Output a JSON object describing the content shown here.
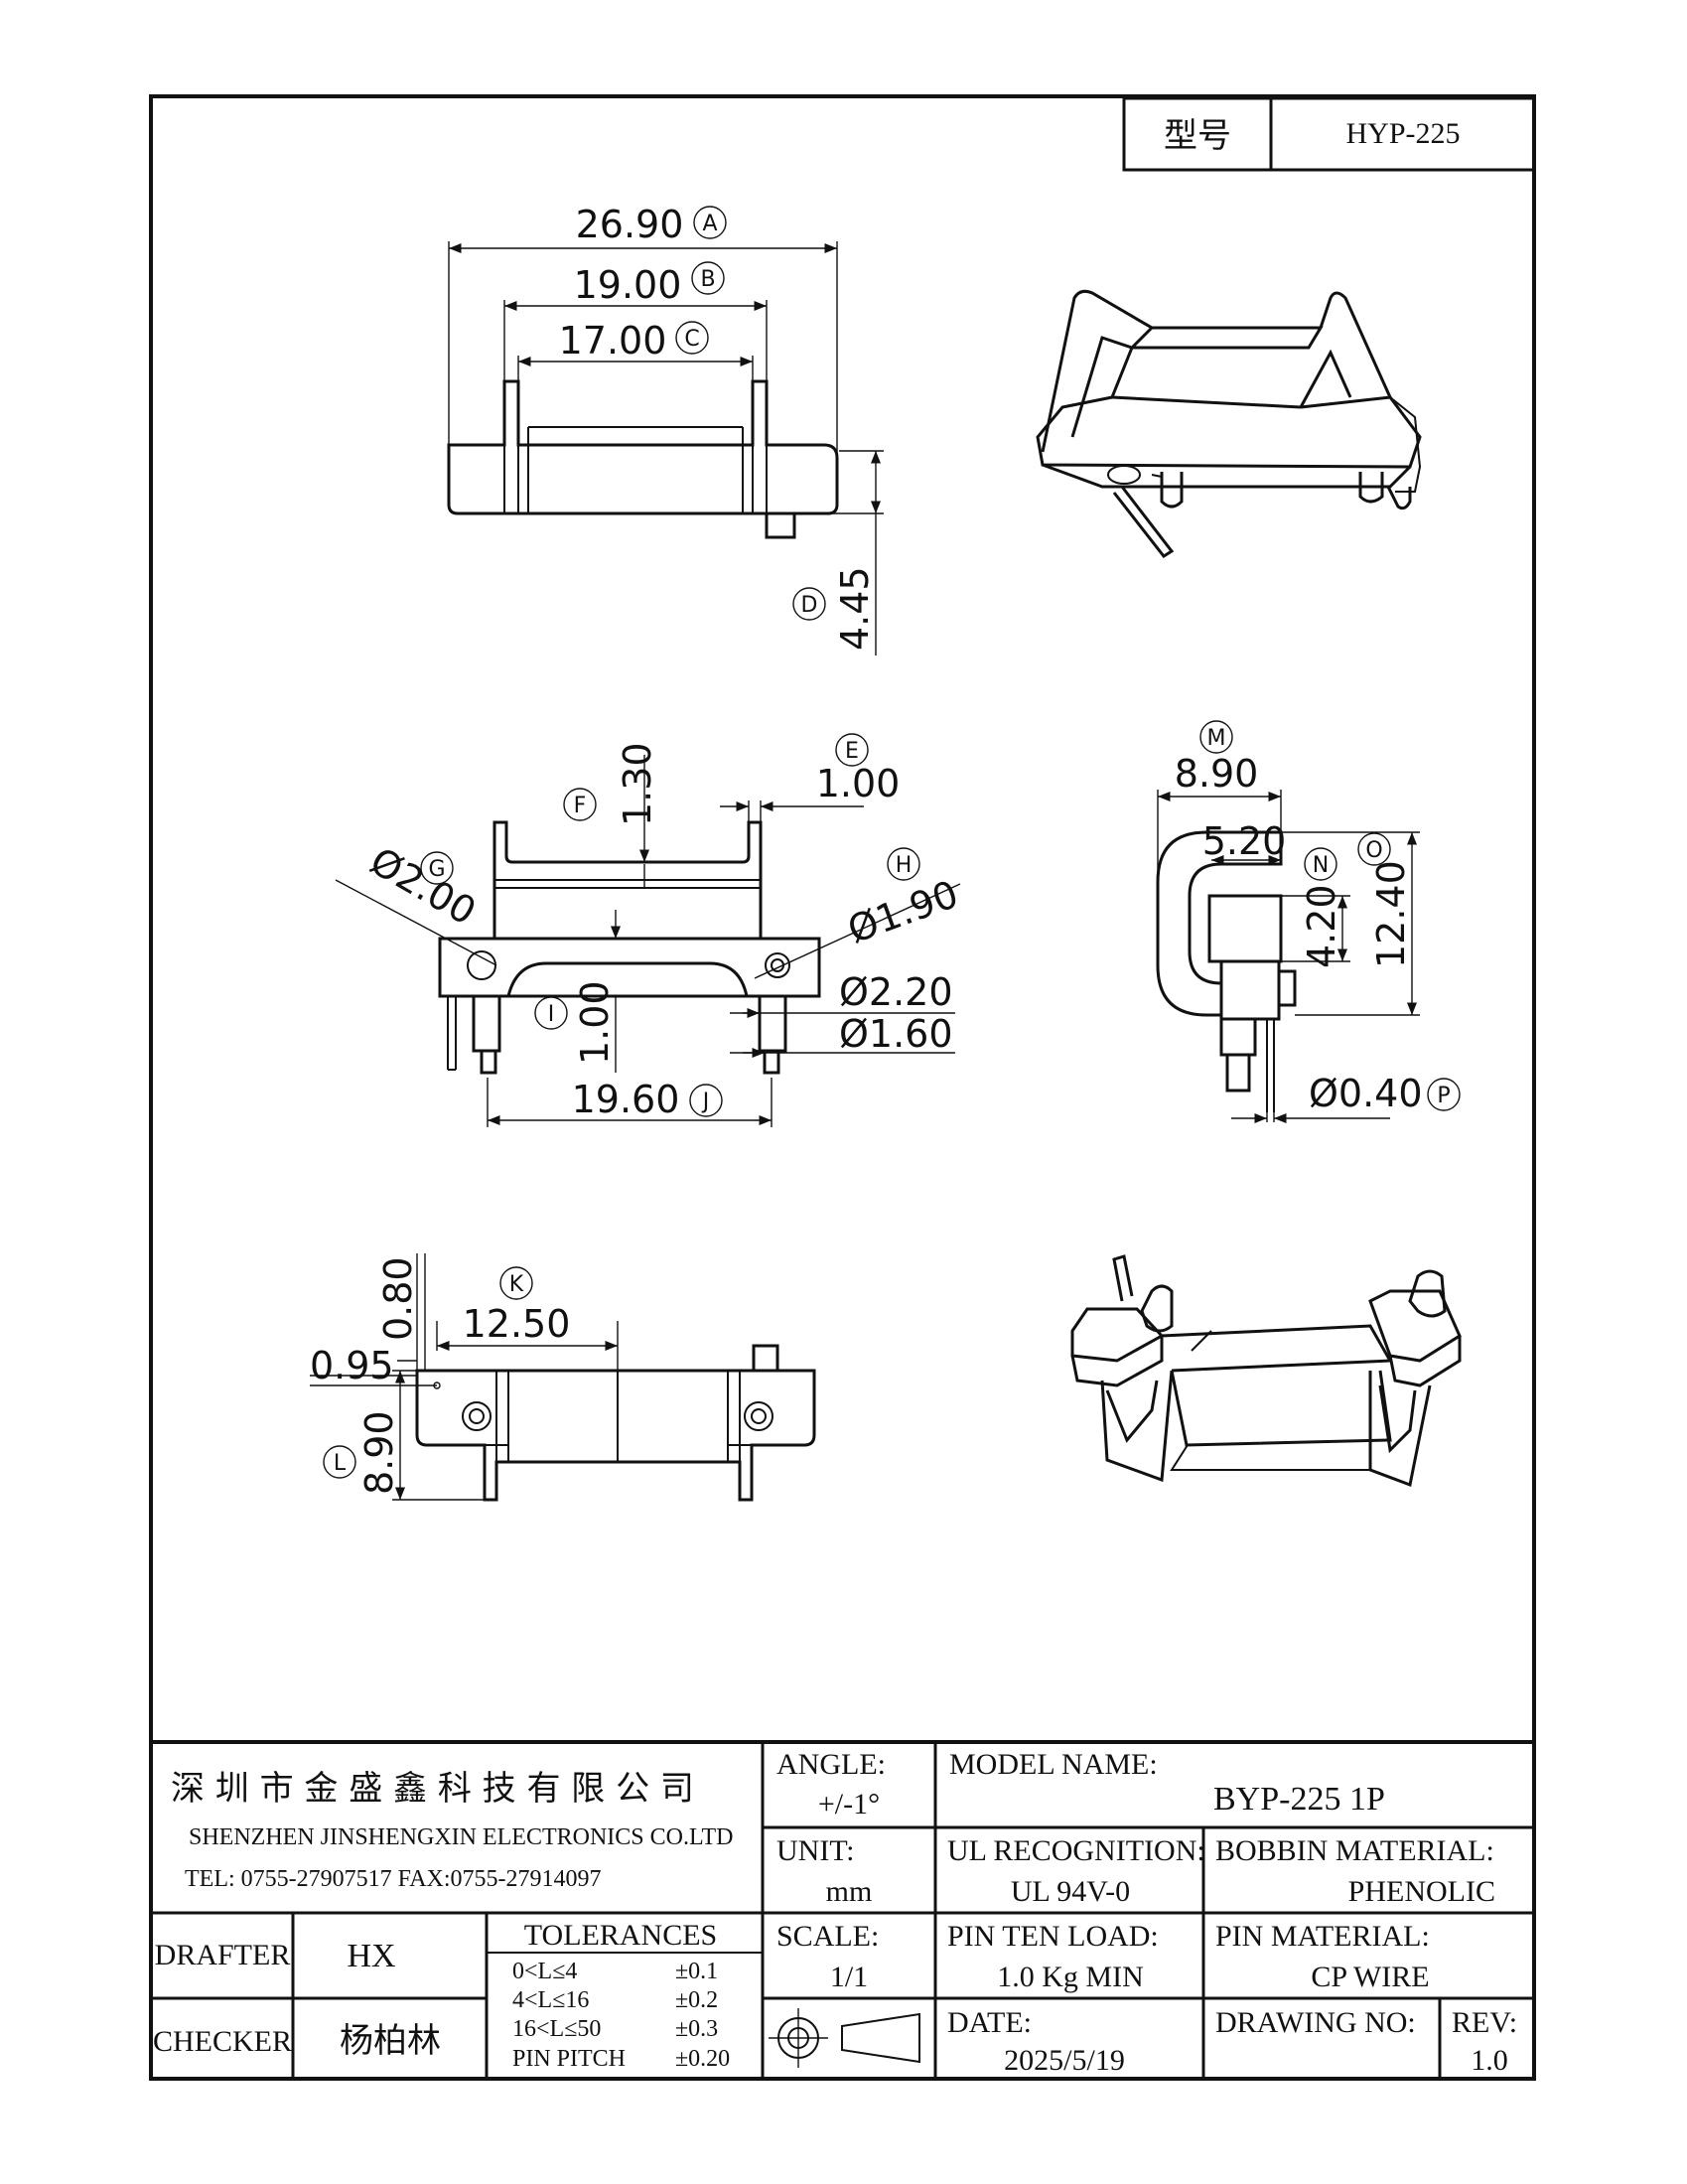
{
  "header": {
    "model_label": "型号",
    "model_value": "HYP-225"
  },
  "dimensions": {
    "a": {
      "value": "26.90",
      "tag": "A"
    },
    "b": {
      "value": "19.00",
      "tag": "B"
    },
    "c": {
      "value": "17.00",
      "tag": "C"
    },
    "d": {
      "value": "4.45",
      "tag": "D"
    },
    "e": {
      "value": "1.00",
      "tag": "E"
    },
    "f": {
      "value": "1.30",
      "tag": "F"
    },
    "g": {
      "value": "Ø2.00",
      "tag": "G"
    },
    "h": {
      "value": "Ø1.90",
      "tag": "H"
    },
    "h2": {
      "value": "Ø2.20"
    },
    "h3": {
      "value": "Ø1.60"
    },
    "i": {
      "value": "1.00",
      "tag": "I"
    },
    "j": {
      "value": "19.60",
      "tag": "J"
    },
    "m": {
      "value": "8.90",
      "tag": "M"
    },
    "n0": {
      "value": "5.20"
    },
    "n": {
      "value": "4.20",
      "tag": "N"
    },
    "o": {
      "value": "12.40",
      "tag": "O"
    },
    "p": {
      "value": "Ø0.40",
      "tag": "P"
    },
    "k": {
      "value": "12.50",
      "tag": "K"
    },
    "k1": {
      "value": "0.80"
    },
    "k2": {
      "value": "0.95"
    },
    "l": {
      "value": "8.90",
      "tag": "L"
    }
  },
  "title_block": {
    "company_cn": "深 圳 市 金 盛 鑫 科 技 有 限 公 司",
    "company_en": "SHENZHEN JINSHENGXIN ELECTRONICS   CO.LTD",
    "contact": "TEL: 0755-27907517   FAX:0755-27914097",
    "angle_label": "ANGLE:",
    "angle_value": "+/-1°",
    "model_name_label": "MODEL NAME:",
    "model_name_value": "BYP-225   1P",
    "unit_label": "UNIT:",
    "unit_value": "mm",
    "ul_label": "UL RECOGNITION:",
    "ul_value": "UL 94V-0",
    "bobbin_label": "BOBBIN MATERIAL:",
    "bobbin_value": "PHENOLIC",
    "drafter_label": "DRAFTER",
    "drafter_value": "HX",
    "tolerances_label": "TOLERANCES",
    "tolerances": [
      {
        "range": "0<L≤4",
        "tol": "±0.1"
      },
      {
        "range": "4<L≤16",
        "tol": "±0.2"
      },
      {
        "range": "16<L≤50",
        "tol": "±0.3"
      },
      {
        "range": "PIN PITCH",
        "tol": "±0.20"
      }
    ],
    "scale_label": "SCALE:",
    "scale_value": "1/1",
    "pin_load_label": "PIN TEN LOAD:",
    "pin_load_value": "1.0 Kg MIN",
    "pin_material_label": "PIN MATERIAL:",
    "pin_material_value": "CP WIRE",
    "checker_label": "CHECKER",
    "checker_value": "杨柏林",
    "date_label": "DATE:",
    "date_value": "2025/5/19",
    "drawing_no_label": "DRAWING NO:",
    "rev_label": "REV:",
    "rev_value": "1.0"
  }
}
